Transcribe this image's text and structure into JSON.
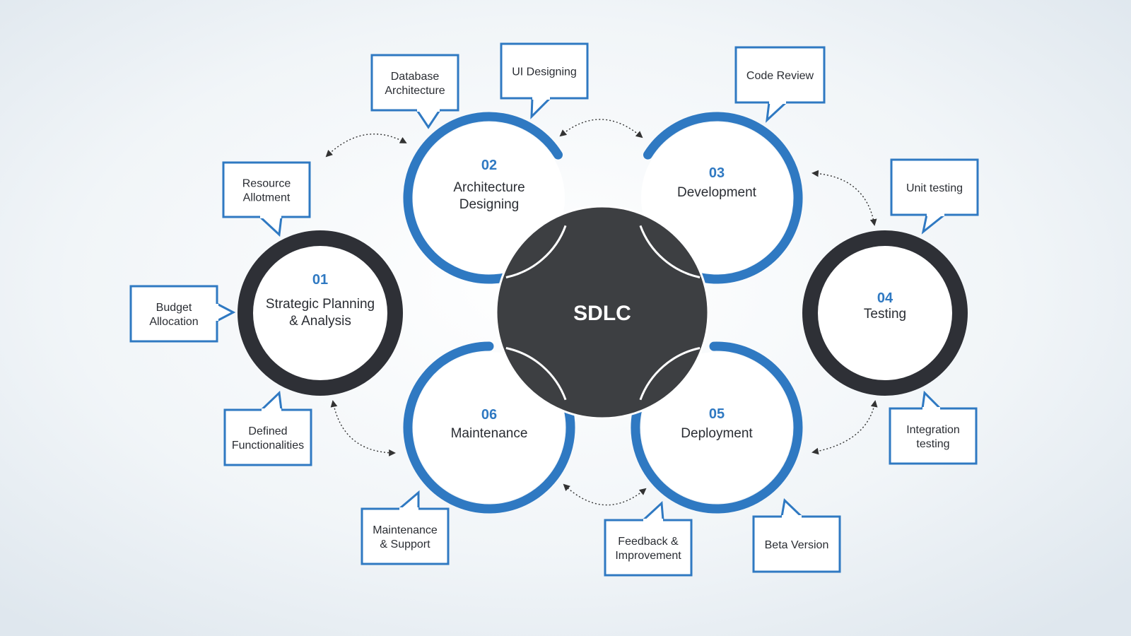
{
  "center": {
    "label": "SDLC"
  },
  "phases": [
    {
      "num": "01",
      "lines": [
        "Strategic Planning",
        "& Analysis"
      ]
    },
    {
      "num": "02",
      "lines": [
        "Architecture",
        "Designing"
      ]
    },
    {
      "num": "03",
      "lines": [
        "Development"
      ]
    },
    {
      "num": "04",
      "lines": [
        "Testing"
      ]
    },
    {
      "num": "05",
      "lines": [
        "Deployment"
      ]
    },
    {
      "num": "06",
      "lines": [
        "Maintenance"
      ]
    }
  ],
  "callouts": [
    {
      "lines": [
        "Budget",
        "Allocation"
      ]
    },
    {
      "lines": [
        "Resource",
        "Allotment"
      ]
    },
    {
      "lines": [
        "Defined",
        "Functionalities"
      ]
    },
    {
      "lines": [
        "Database",
        "Architecture"
      ]
    },
    {
      "lines": [
        "UI Designing"
      ]
    },
    {
      "lines": [
        "Code Review"
      ]
    },
    {
      "lines": [
        "Unit testing"
      ]
    },
    {
      "lines": [
        "Integration",
        "testing"
      ]
    },
    {
      "lines": [
        "Feedback &",
        "Improvement"
      ]
    },
    {
      "lines": [
        "Beta Version"
      ]
    },
    {
      "lines": [
        "Maintenance",
        "& Support"
      ]
    }
  ],
  "colors": {
    "blue": "#2f79c2",
    "dark": "#2e3036",
    "center": "#3d3f42",
    "text": "#2a2d33",
    "white": "#ffffff"
  }
}
